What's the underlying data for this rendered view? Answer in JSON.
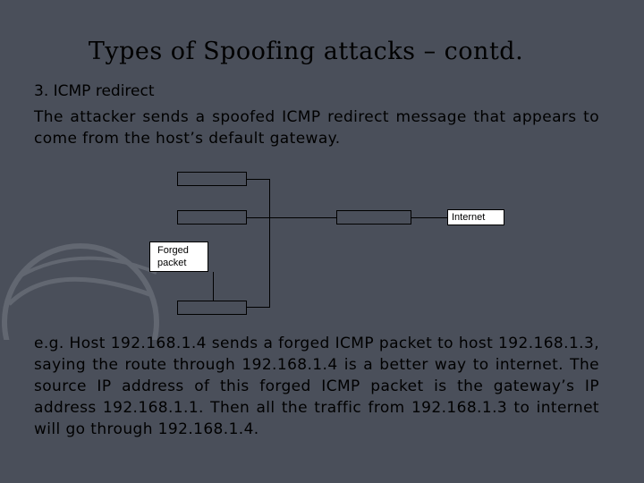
{
  "slide": {
    "title": "Types of Spoofing attacks – contd.",
    "heading": "3. ICMP redirect",
    "intro": "The attacker sends a spoofed ICMP redirect message that appears to come from the host’s default gateway.",
    "example": "e.g. Host 192.168.1.4 sends a forged ICMP packet to host 192.168.1.3, saying the route through 192.168.1.4 is a better way to internet. The source IP address of this forged ICMP packet is the gateway’s IP address 192.168.1.1. Then all the traffic from 192.168.1.3 to internet will go through 192.168.1.4."
  },
  "diagram": {
    "internet_label": "Internet",
    "forged_label": "Forged\npacket"
  },
  "colors": {
    "background": "#4a4f5a",
    "box_fill": "#ffffff"
  }
}
